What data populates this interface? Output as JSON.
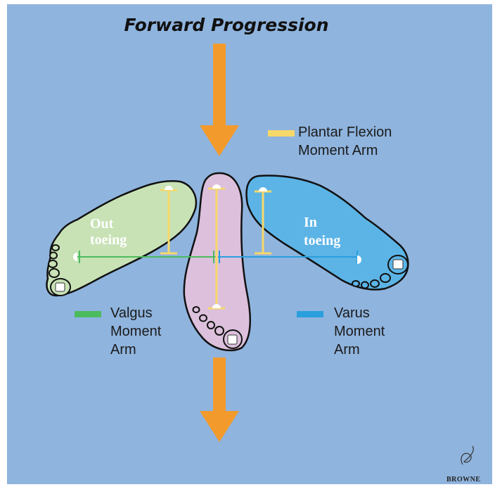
{
  "diagram": {
    "title": "Forward Progression",
    "legend_plantar": {
      "line1": "Plantar Flexion",
      "line2": "Moment Arm",
      "color": "#f7d86a"
    },
    "legend_valgus": {
      "line1": "Valgus",
      "line2": "Moment",
      "line3": "Arm",
      "color": "#4cbb5e"
    },
    "legend_varus": {
      "line1": "Varus",
      "line2": "Moment",
      "line3": "Arm",
      "color": "#2a9fde"
    },
    "out_toeing": {
      "line1": "Out",
      "line2": "toeing",
      "color": "#c8e2b6"
    },
    "in_toeing": {
      "line1": "In",
      "line2": "toeing",
      "color": "#5cb4e6"
    },
    "center_foot_color": "#dcc0dc",
    "arrow_color": "#f39a2c",
    "background_color": "#8fb4de",
    "signature": "BROWNE"
  }
}
